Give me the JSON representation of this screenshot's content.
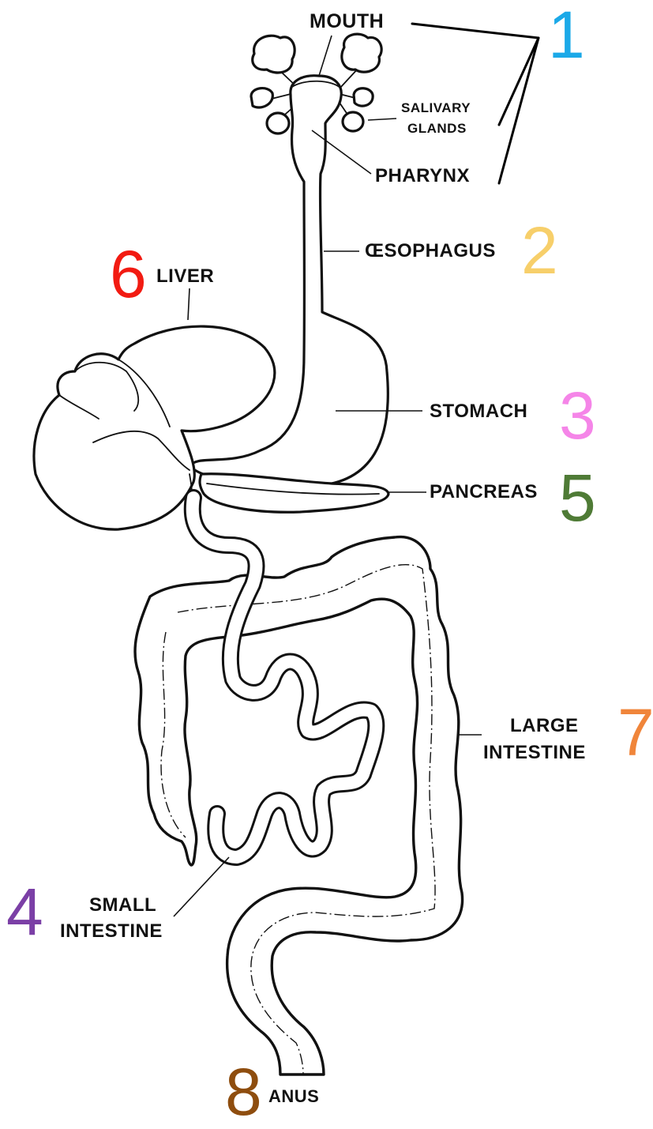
{
  "labels": {
    "mouth": "MOUTH",
    "salivary_glands_line1": "SALIVARY",
    "salivary_glands_line2": "GLANDS",
    "pharynx": "PHARYNX",
    "oesophagus": "ŒSOPHAGUS",
    "liver": "LIVER",
    "stomach": "STOMACH",
    "pancreas": "PANCREAS",
    "large_intestine_line1": "LARGE",
    "large_intestine_line2": "INTESTINE",
    "small_intestine_line1": "SMALL",
    "small_intestine_line2": "INTESTINE",
    "anus": "ANUS"
  },
  "numbers": [
    {
      "key": "n1",
      "text": "1",
      "color": "#1ba9e8"
    },
    {
      "key": "n2",
      "text": "2",
      "color": "#f7cf6a"
    },
    {
      "key": "n3",
      "text": "3",
      "color": "#f585e8"
    },
    {
      "key": "n4",
      "text": "4",
      "color": "#7b3fa6"
    },
    {
      "key": "n5",
      "text": "5",
      "color": "#4f7b36"
    },
    {
      "key": "n6",
      "text": "6",
      "color": "#f21b12"
    },
    {
      "key": "n7",
      "text": "7",
      "color": "#f0853a"
    },
    {
      "key": "n8",
      "text": "8",
      "color": "#8e4d0e"
    }
  ]
}
